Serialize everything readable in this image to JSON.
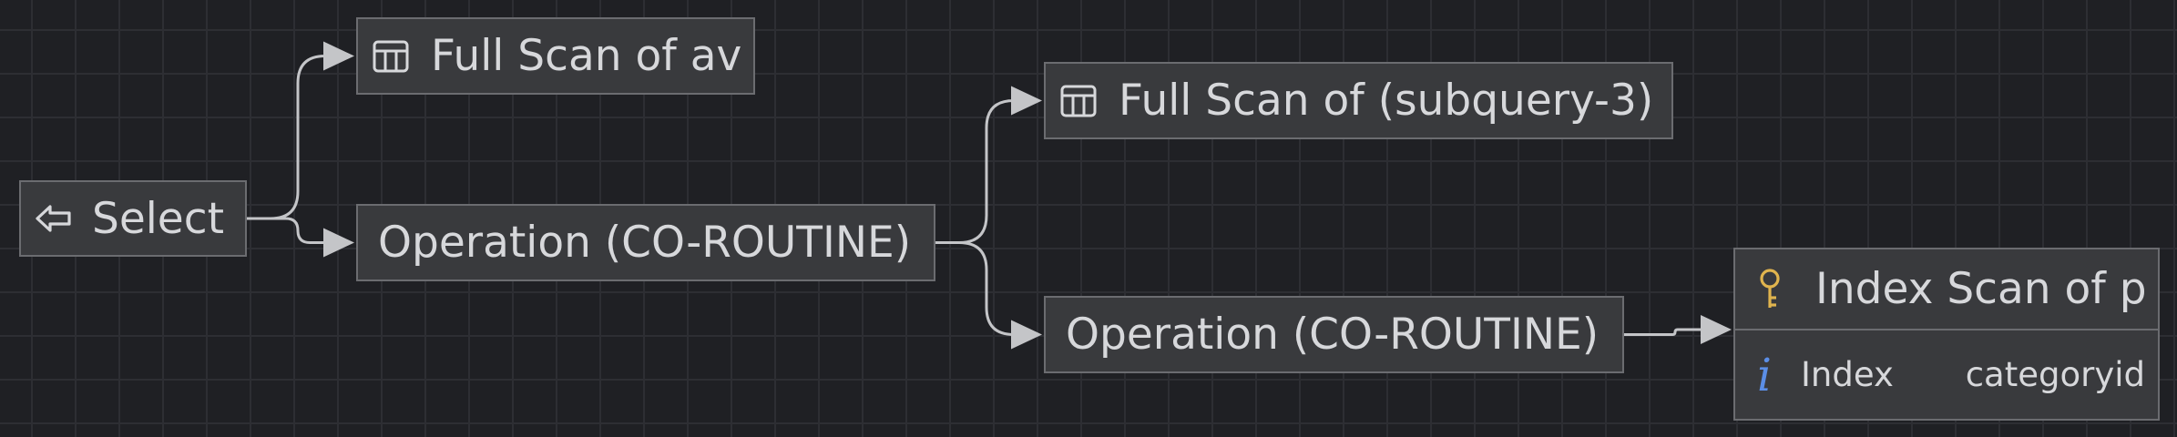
{
  "colors": {
    "background": "#1f2024",
    "grid": "#2d2e33",
    "node_fill": "#393a3d",
    "node_border": "#6b6c70",
    "text": "#d7d8db",
    "edge": "#c4c5c8",
    "key_icon": "#e0b44e",
    "info_icon": "#5b8ee6"
  },
  "nodes": {
    "select": {
      "label": "Select",
      "icon": "arrow-left-icon"
    },
    "fullscan_av": {
      "label": "Full Scan of av",
      "icon": "table-icon"
    },
    "operation_1": {
      "label": "Operation (CO-ROUTINE)"
    },
    "fullscan_sub": {
      "label": "Full Scan of (subquery-3)",
      "icon": "table-icon"
    },
    "operation_2": {
      "label": "Operation (CO-ROUTINE)"
    },
    "index_scan": {
      "label": "Index Scan of p",
      "icon": "key-icon",
      "details": [
        {
          "icon": "info-icon",
          "glyph": "i",
          "key": "Index",
          "value": "categoryid"
        }
      ]
    }
  },
  "edges": [
    {
      "from": "select",
      "to": "fullscan_av"
    },
    {
      "from": "select",
      "to": "operation_1"
    },
    {
      "from": "operation_1",
      "to": "fullscan_sub"
    },
    {
      "from": "operation_1",
      "to": "operation_2"
    },
    {
      "from": "operation_2",
      "to": "index_scan"
    }
  ]
}
